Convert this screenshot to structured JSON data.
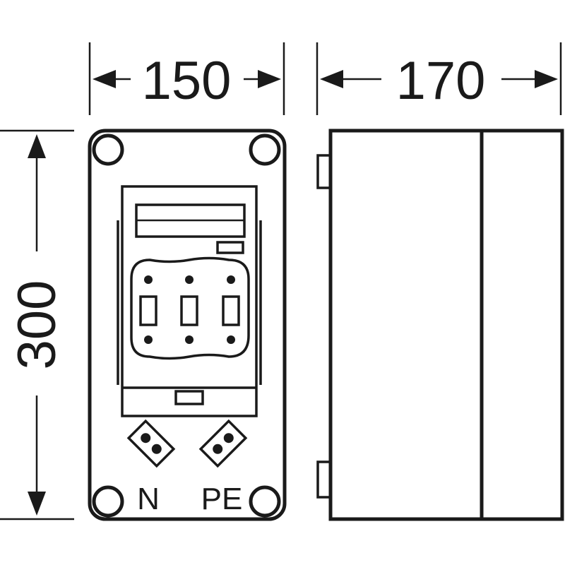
{
  "dimensions": {
    "width_front": "150",
    "width_side": "170",
    "height": "300"
  },
  "terminals": {
    "neutral_label": "N",
    "earth_label": "PE"
  },
  "colors": {
    "line": "#1a1a1a",
    "background": "#ffffff"
  }
}
